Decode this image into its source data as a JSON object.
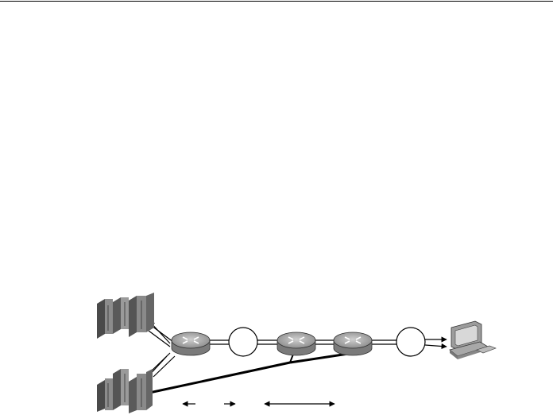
{
  "page": {
    "top_rule": true
  },
  "diagram": {
    "nodes": [
      {
        "id": "server-top",
        "kind": "server",
        "icon": "server-rack-icon"
      },
      {
        "id": "server-bottom",
        "kind": "server",
        "icon": "server-rack-icon"
      },
      {
        "id": "router-1",
        "kind": "router",
        "icon": "router-icon"
      },
      {
        "id": "cloud-1",
        "kind": "network-circle",
        "icon": "network-circle-icon"
      },
      {
        "id": "router-2",
        "kind": "router",
        "icon": "router-icon"
      },
      {
        "id": "router-3",
        "kind": "router",
        "icon": "router-icon"
      },
      {
        "id": "cloud-2",
        "kind": "network-circle",
        "icon": "network-circle-icon"
      },
      {
        "id": "workstation",
        "kind": "pc",
        "icon": "workstation-icon"
      }
    ],
    "colors": {
      "line": "#000000",
      "server": "#6e6e6e",
      "router": "#9a9a9a",
      "pc": "#b8b8b8"
    }
  }
}
